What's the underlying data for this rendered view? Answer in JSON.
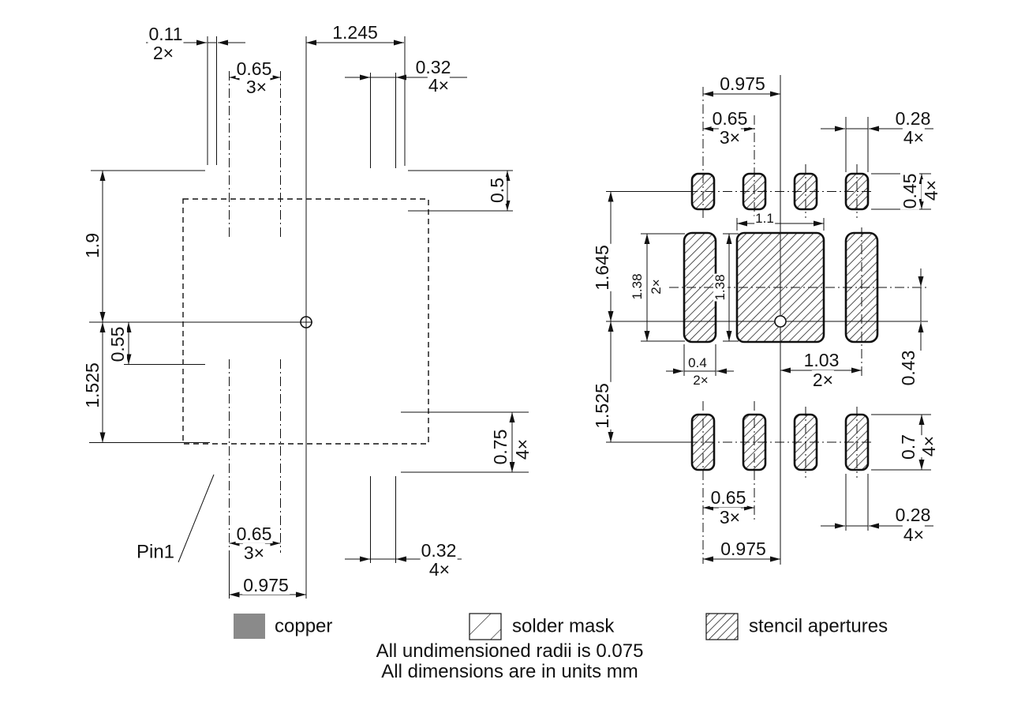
{
  "colors": {
    "copper": "#8a8a8a",
    "mask_opening": "#c3c3c3",
    "line": "#111111",
    "background": "#ffffff"
  },
  "left_view": {
    "pin1_label": "Pin1",
    "dims": {
      "offset_top": "0.11",
      "offset_top_qty": "2×",
      "center_to_edge": "1.245",
      "pitch_top": "0.65",
      "pitch_top_qty": "3×",
      "pad_width_top": "0.32",
      "pad_width_top_qty": "4×",
      "notch_depth": "0.5",
      "body_top": "1.9",
      "body_bottom": "0.55",
      "row_offset": "1.525",
      "pad_height": "0.75",
      "pad_height_qty": "4×",
      "pitch_bottom": "0.65",
      "pitch_bottom_qty": "3×",
      "pad_width_bottom": "0.32",
      "pad_width_bottom_qty": "4×",
      "center_to_pin1": "0.975"
    }
  },
  "right_view": {
    "dims": {
      "center_to_col1_top": "0.975",
      "pitch_top": "0.65",
      "pitch_top_qty": "3×",
      "ap_width_top": "0.28",
      "ap_width_top_qty": "4×",
      "ap_height_top": "0.45",
      "ap_height_top_qty": "4×",
      "pad_ap_width": "1.1",
      "row_top_offset": "1.645",
      "side_ap_height": "1.38",
      "side_ap_height_qty": "2×",
      "pad_ap_height": "1.38",
      "row_bottom_offset": "1.525",
      "side_ap_width": "0.4",
      "side_ap_width_qty": "2×",
      "center_to_side_ap": "1.03",
      "center_to_side_ap_qty": "2×",
      "side_ap_offset": "0.43",
      "ap_height_bottom": "0.7",
      "ap_height_bottom_qty": "4×",
      "pitch_bottom": "0.65",
      "pitch_bottom_qty": "3×",
      "ap_width_bottom": "0.28",
      "ap_width_bottom_qty": "4×",
      "center_to_col1_bottom": "0.975"
    }
  },
  "legend": {
    "copper": "copper",
    "solder_mask": "solder mask",
    "stencil_apertures": "stencil apertures"
  },
  "notes": {
    "line1": "All undimensioned radii is 0.075",
    "line2": "All dimensions are in units mm"
  }
}
